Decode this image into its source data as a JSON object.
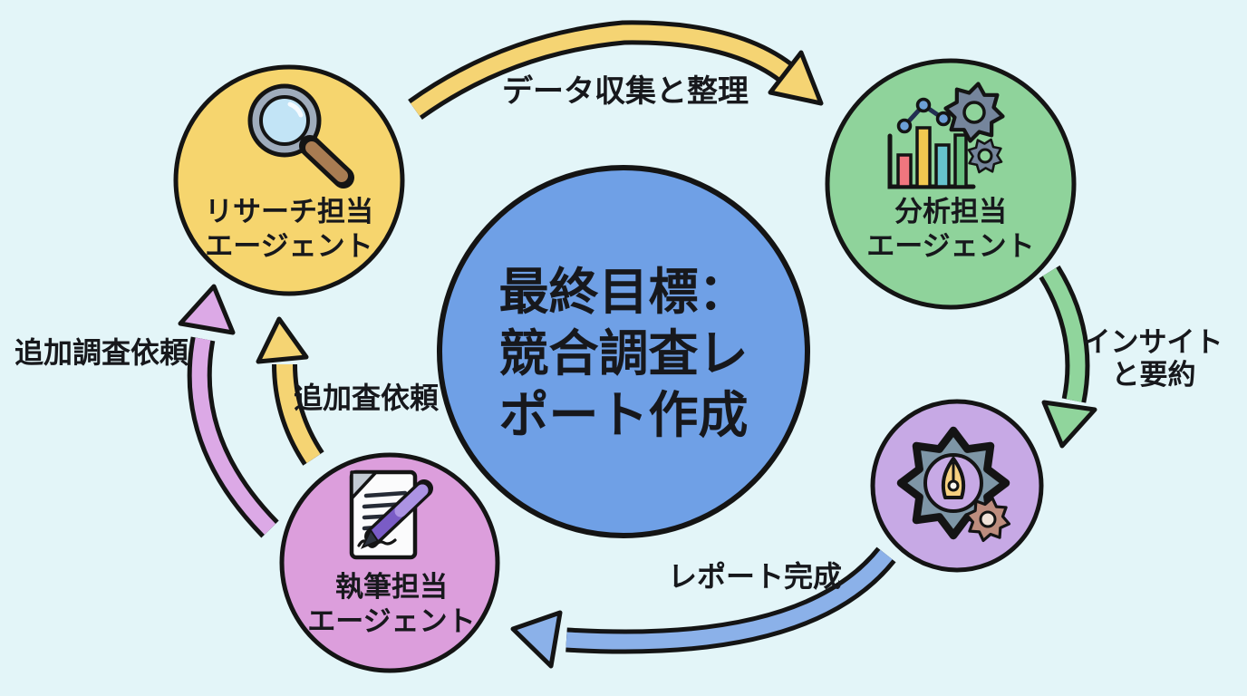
{
  "diagram": {
    "background_color": "#E3F5F8",
    "outline_color": "#141414",
    "center_goal": {
      "lines": [
        "最終目標：",
        "競合調査レ",
        "ポート作成"
      ],
      "color": "#6FA0E6"
    },
    "agents": {
      "research": {
        "line1": "リサーチ担当",
        "line2": "エージェント",
        "color": "#F6D56E",
        "icon": "magnifier-icon"
      },
      "analysis": {
        "line1": "分析担当",
        "line2": "エージェント",
        "color": "#8FD39B",
        "icon": "chart-and-gears-icon"
      },
      "process": {
        "color": "#C7A9E5",
        "icon": "gear-pen-nib-icon"
      },
      "writing": {
        "line1": "執筆担当",
        "line2": "エージェント",
        "color": "#DC9EDC",
        "icon": "document-pen-icon"
      }
    },
    "arrows": {
      "data_collection": {
        "label": "データ収集と整理",
        "color": "#F5D473"
      },
      "insight_summary": {
        "label_line1": "インサイト",
        "label_line2": "と要約",
        "color": "#90D59C"
      },
      "report_complete": {
        "label": "レポート完成",
        "color": "#8BB1E9"
      },
      "additional_request_inner": {
        "label": "追加査依頼",
        "color": "#F5D473"
      },
      "additional_request_outer": {
        "label": "追加調査依頼",
        "color": "#DCA9E6"
      }
    },
    "icon_colors": {
      "magnifier_rim": "#9FACBC",
      "magnifier_lens": "#C2E4F6",
      "magnifier_handle": "#A97C52",
      "bar_red": "#F0767E",
      "bar_yellow": "#F2C850",
      "bar_teal": "#66C2CE",
      "bar_green": "#68BF7F",
      "line_dot_blue": "#6C9FD6",
      "gear_slate": "#75859C",
      "big_gear_slate": "#7E96A6",
      "small_gear_brown": "#BD8D7E",
      "pen_nib_gold": "#F7D080",
      "paper_white": "#FBFBFC",
      "paper_fold_gray": "#C3CBD4",
      "pen_purple": "#7A5CC6",
      "pen_purple_light": "#AC93E3"
    }
  }
}
